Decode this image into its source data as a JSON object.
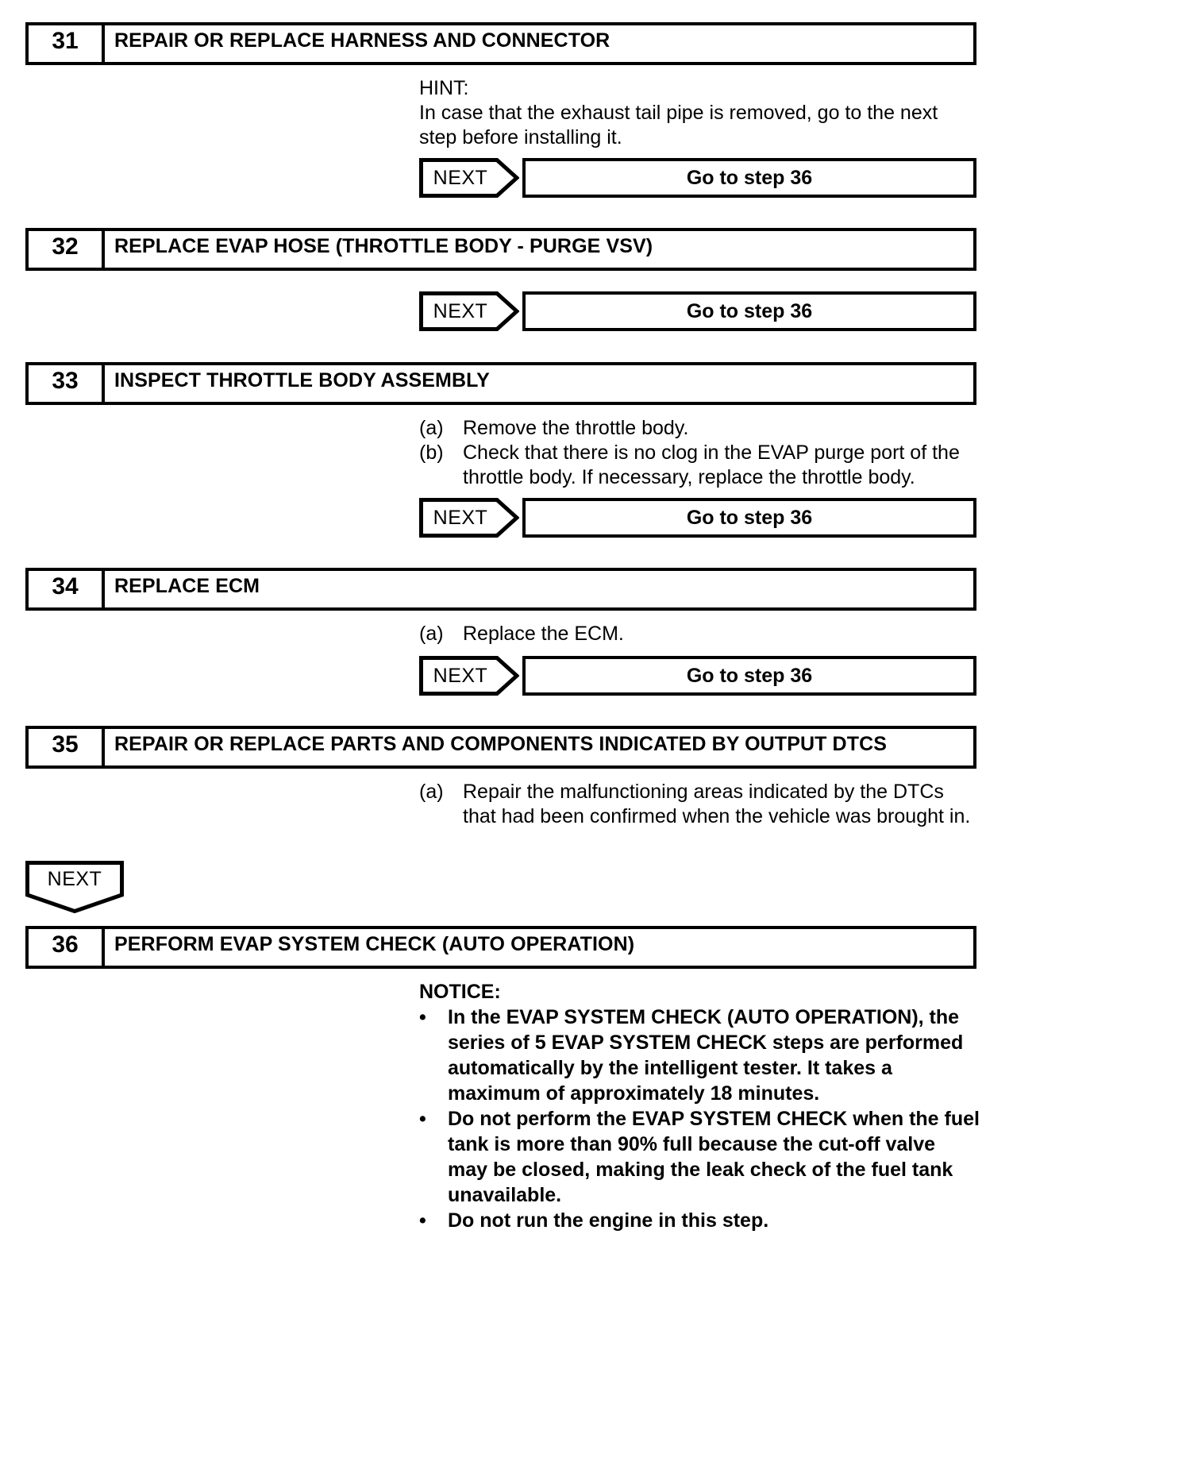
{
  "document": {
    "type": "automotive-diagnostic-flowchart",
    "next_label": "NEXT"
  },
  "steps": [
    {
      "number": "31",
      "title": "REPAIR OR REPLACE HARNESS AND CONNECTOR",
      "hint_heading": "HINT:",
      "hint_line1": "In case that the exhaust tail pipe is removed, go to the next",
      "hint_line2": "step before installing it.",
      "next_label": "NEXT",
      "goto": "Go to step 36"
    },
    {
      "number": "32",
      "title": "REPLACE EVAP HOSE (THROTTLE BODY - PURGE VSV)",
      "next_label": "NEXT",
      "goto": "Go to step 36"
    },
    {
      "number": "33",
      "title": "INSPECT THROTTLE BODY ASSEMBLY",
      "items": [
        {
          "label": "(a)",
          "text": "Remove the throttle body."
        },
        {
          "label": "(b)",
          "text": "Check that there is no clog in the EVAP purge port of the throttle body. If necessary, replace the throttle body."
        }
      ],
      "next_label": "NEXT",
      "goto": "Go to step 36"
    },
    {
      "number": "34",
      "title": "REPLACE ECM",
      "items": [
        {
          "label": "(a)",
          "text": "Replace the ECM."
        }
      ],
      "next_label": "NEXT",
      "goto": "Go to step 36"
    },
    {
      "number": "35",
      "title": "REPAIR OR REPLACE PARTS AND COMPONENTS INDICATED BY OUTPUT DTCS",
      "items": [
        {
          "label": "(a)",
          "text": "Repair the malfunctioning areas indicated by the DTCs that had been confirmed when the vehicle was brought in."
        }
      ]
    },
    {
      "number": "36",
      "title": "PERFORM EVAP SYSTEM CHECK (AUTO OPERATION)",
      "notice_heading": "NOTICE:",
      "notice_bullets": [
        "In the EVAP SYSTEM CHECK (AUTO OPERATION), the series of 5 EVAP SYSTEM CHECK steps are performed automatically by the intelligent tester. It takes a maximum of approximately 18 minutes.",
        "Do not perform the EVAP SYSTEM CHECK when the fuel tank is more than 90% full because the cut-off valve may be closed, making the leak check of the fuel tank unavailable.",
        "Do not run the engine in this step."
      ],
      "bullet_glyph": "•"
    }
  ],
  "standalone_next": {
    "label": "NEXT"
  }
}
